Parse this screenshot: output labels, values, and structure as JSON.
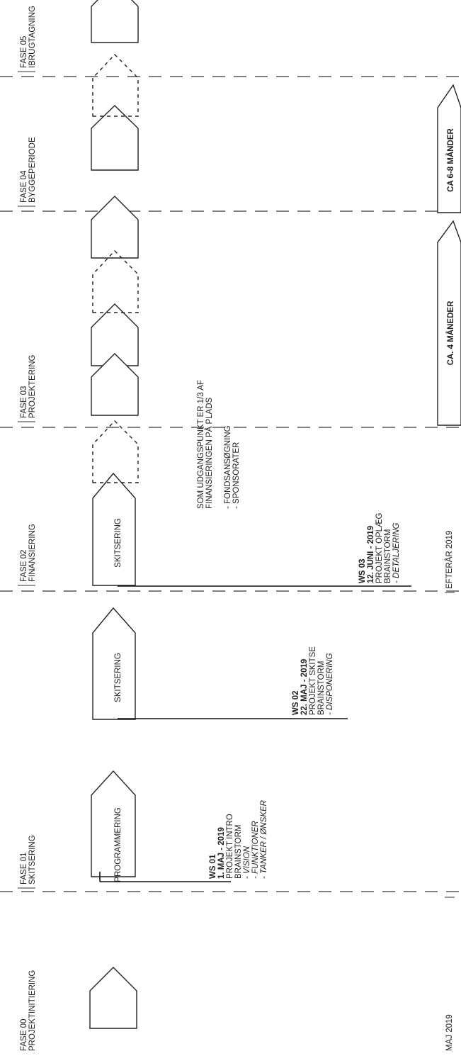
{
  "phases": [
    {
      "id": "fase-00",
      "label": "FASE 00",
      "name": "PROJEKTINITIERING"
    },
    {
      "id": "fase-01",
      "label": "FASE 01",
      "name": "SKITSERING"
    },
    {
      "id": "fase-02",
      "label": "FASE 02",
      "name": "FINANSIERING"
    },
    {
      "id": "fase-03",
      "label": "FASE 03",
      "name": "PROJEKTERING"
    },
    {
      "id": "fase-04",
      "label": "FASE 04",
      "name": "BYGGEPERIODE"
    },
    {
      "id": "fase-05",
      "label": "FASE 05",
      "name": "IBRUGTAGNING"
    }
  ],
  "house_labels": {
    "programmering": "PROGRAMMERING",
    "skitsering_1": "SKITSERING",
    "skitsering_2": "SKITSERING"
  },
  "workshops": [
    {
      "id": "ws01",
      "code": "WS 01",
      "date": "1. MAJ - 2019",
      "lines": [
        "PROJEKT INTRO",
        "BRAINSTORM"
      ],
      "items": [
        "- VISION",
        "- FUNKTIONER",
        "- TANKER / ØNSKER"
      ]
    },
    {
      "id": "ws02",
      "code": "WS 02",
      "date": "22. MAJ - 2019",
      "lines": [
        "PROJEKT SKITSE",
        "BRAINSTORM"
      ],
      "items": [
        "- DISPONERING"
      ]
    },
    {
      "id": "ws03",
      "code": "WS 03",
      "date": "12. JUNI - 2019",
      "lines": [
        "PROJEKT OPLÆG",
        "BRAINSTORM"
      ],
      "items": [
        "- DETALJERING"
      ]
    }
  ],
  "financing_note": {
    "lines": [
      "SOM UDGANGSPUNKT ER 1/3 AF",
      "FINANSIERINGEN PÅ PLADS"
    ],
    "items": [
      "- FONDSANSØGNING",
      "- SPONSORATER"
    ]
  },
  "timeline": {
    "start": "MAJ 2019",
    "autumn": "EFTERÅR 2019",
    "duration_projektering": "CA. 4 MÅNEDER",
    "duration_bygge": "CA 6-8 MÅNDER"
  }
}
